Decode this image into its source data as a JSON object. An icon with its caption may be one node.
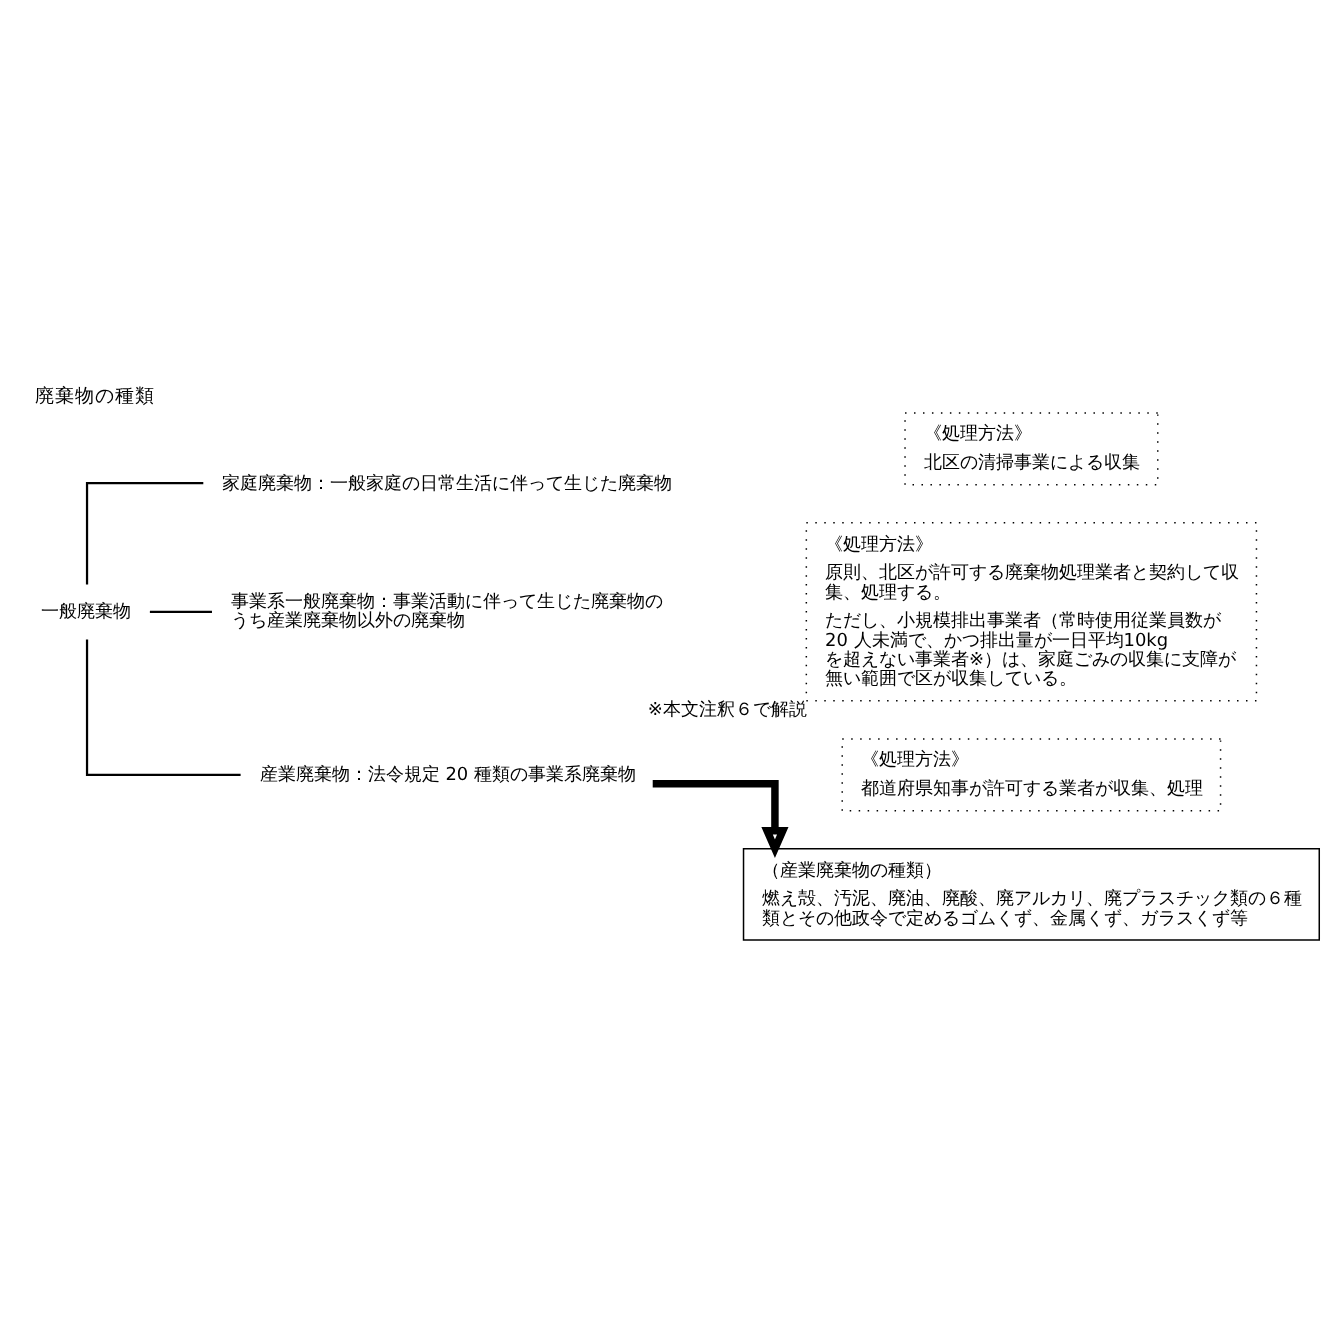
{
  "diagram": {
    "title": "廃棄物の種類",
    "nodes": [
      {
        "text": [
          "一般廃棄物"
        ]
      },
      {
        "text": [
          "家庭廃棄物：一般家庭の日常生活に伴って生じた廃棄物"
        ]
      },
      {
        "text": [
          "《処理方法》",
          "北区の清掃事業による収集"
        ]
      },
      {
        "text": [
          "事業系一般廃棄物：事業活動に伴って生じた廃棄物のうち産業廃棄物以外の廃棄物"
        ]
      },
      {
        "text": [
          "《処理方法》",
          "原則、北区が許可する廃棄物処理業者と契約して収集、処理する。",
          "ただし、小規模排出事業者（常時使用従業員数が 20 人未満で、かつ排出量が一日平均10kg を超えない事業者※）は、家庭ごみの収集に支障が無い範囲で区が収集している。"
        ],
        "beside": [
          "※本文注釈６で解説"
        ]
      },
      {
        "text": [
          "産業廃棄物：法令規定 20 種類の事業系廃棄物"
        ]
      },
      {
        "text": [
          "《処理方法》",
          "都道府県知事が許可する業者が収集、処理"
        ]
      },
      {
        "text": [
          "（産業廃棄物の種類）",
          "燃え殻、汚泥、廃油、廃酸、廃アルカリ、廃プラスチック類の６種類とその他政令で定めるゴムくず、金属くず、ガラスくず等"
        ]
      }
    ],
    "edges": [
      {
        "from": 0,
        "to": 1,
        "arrow": "none"
      },
      {
        "from": 0,
        "to": 3,
        "arrow": "none"
      },
      {
        "from": 0,
        "to": 5,
        "arrow": "none"
      },
      {
        "from": 5,
        "to": 7,
        "arrow": "to",
        "style": "thick"
      }
    ]
  }
}
